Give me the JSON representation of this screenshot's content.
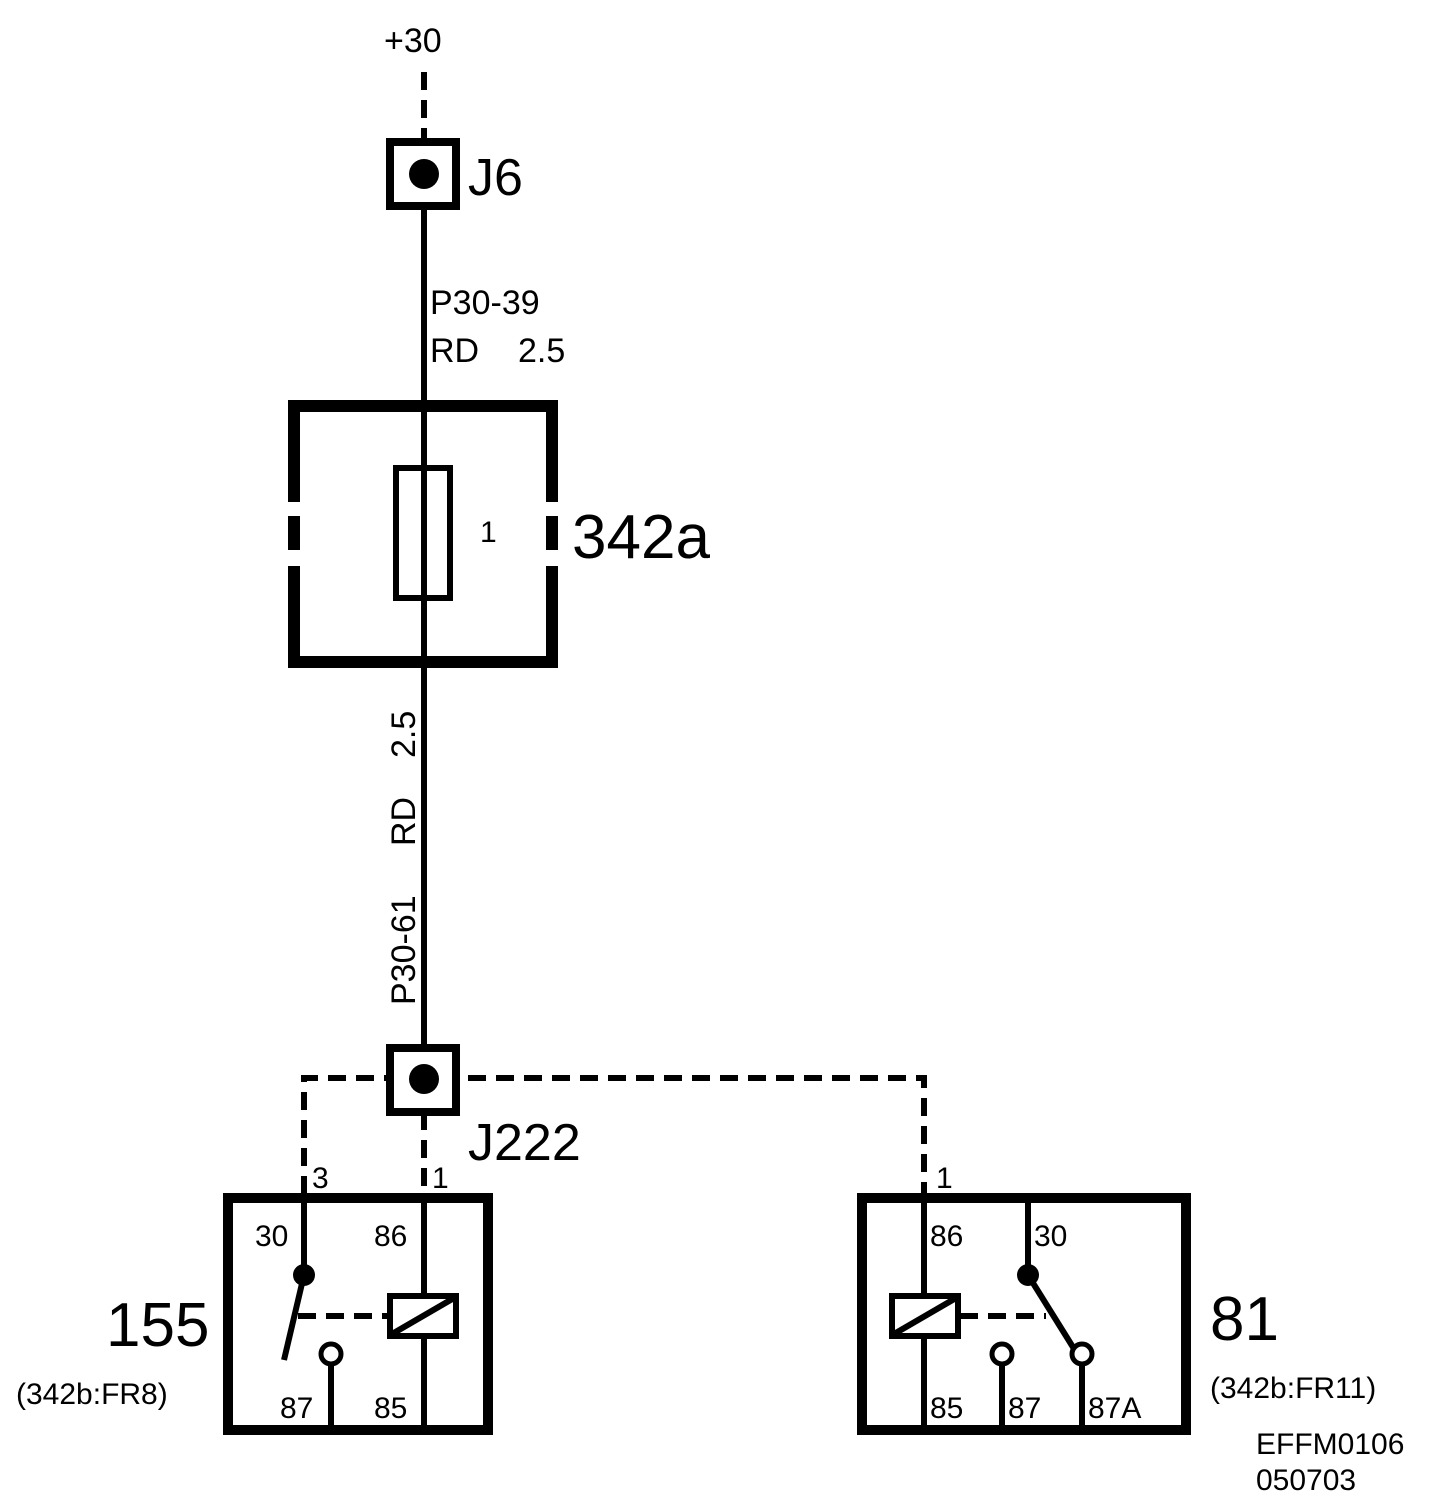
{
  "supply": {
    "label": "+30"
  },
  "junctions": {
    "j6": "J6",
    "j222": "J222"
  },
  "wire_top": {
    "code": "P30-39",
    "color": "RD",
    "size": "2.5"
  },
  "wire_mid": {
    "code": "P30-61",
    "color": "RD",
    "size": "2.5"
  },
  "fuse_box": {
    "id": "342a",
    "fuse_number": "1"
  },
  "relay_155": {
    "id": "155",
    "ref": "(342b:FR8)",
    "pin_left_in": "3",
    "pin_right_in": "1",
    "t30": "30",
    "t86": "86",
    "t87": "87",
    "t85": "85"
  },
  "relay_81": {
    "id": "81",
    "ref": "(342b:FR11)",
    "pin_in": "1",
    "t86": "86",
    "t30": "30",
    "t85": "85",
    "t87": "87",
    "t87a": "87A"
  },
  "doc": {
    "code": "EFFM0106",
    "date": "050703"
  }
}
